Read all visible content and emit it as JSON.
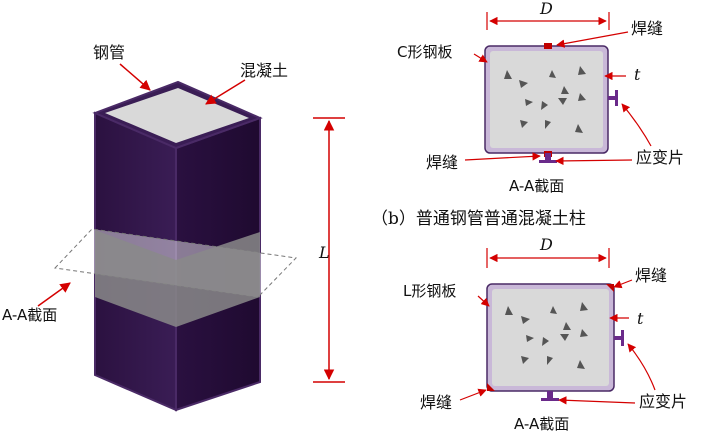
{
  "column": {
    "steel_tube_label": "钢管",
    "concrete_label": "混凝土",
    "section_label": "A-A截面",
    "length_symbol": "L"
  },
  "section_c": {
    "width_symbol": "D",
    "weld_top_label": "焊缝",
    "plate_label": "C形钢板",
    "thickness_symbol": "t",
    "weld_bottom_label": "焊缝",
    "gauge_label": "应变片",
    "section_label": "A-A截面",
    "caption": "（b）普通钢管普通混凝土柱"
  },
  "section_l": {
    "width_symbol": "D",
    "weld_top_label": "焊缝",
    "plate_label": "L形钢板",
    "thickness_symbol": "t",
    "weld_bottom_label": "焊缝",
    "gauge_label": "应变片",
    "section_label": "A-A截面"
  },
  "colors": {
    "tube": "#2a1240",
    "tube_edge": "#4a2a66",
    "concrete": "#d9d9d9",
    "arrow": "#d40000",
    "weld": "#c00000",
    "gauge": "#6a2a8a"
  }
}
